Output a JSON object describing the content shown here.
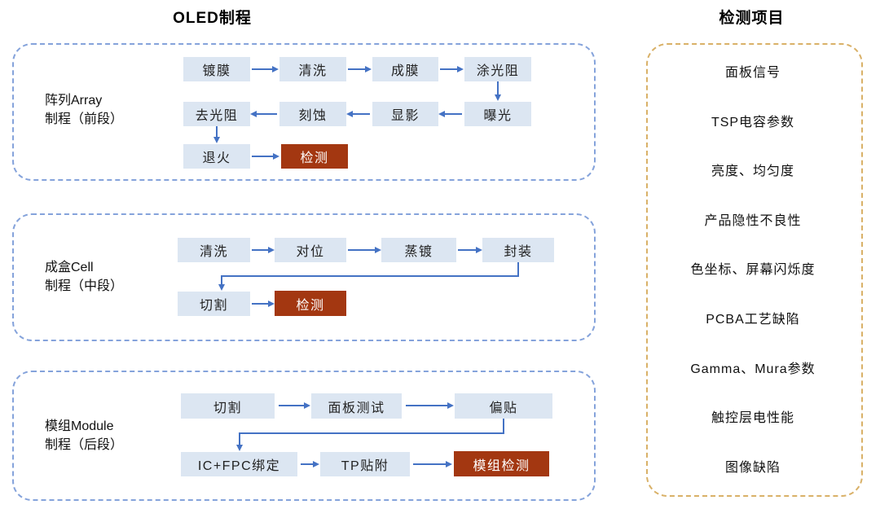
{
  "process_title": "OLED制程",
  "inspection_title": "检测项目",
  "sections": [
    {
      "label": [
        "阵列Array",
        "制程（前段）"
      ],
      "row1": [
        "镀膜",
        "清洗",
        "成膜",
        "涂光阻"
      ],
      "row2": [
        "去光阻",
        "刻蚀",
        "显影",
        "曝光"
      ],
      "row3": [
        "退火",
        "检测"
      ]
    },
    {
      "label": [
        "成盒Cell",
        "制程（中段）"
      ],
      "row1": [
        "清洗",
        "对位",
        "蒸镀",
        "封装"
      ],
      "row2": [
        "切割",
        "检测"
      ]
    },
    {
      "label": [
        "模组Module",
        "制程（后段）"
      ],
      "row1": [
        "切割",
        "面板测试",
        "偏贴"
      ],
      "row2": [
        "IC+FPC绑定",
        "TP贴附",
        "模组检测"
      ]
    }
  ],
  "inspection_items": [
    "面板信号",
    "TSP电容参数",
    "亮度、均匀度",
    "产品隐性不良性",
    "色坐标、屏幕闪烁度",
    "PCBA工艺缺陷",
    "Gamma、Mura参数",
    "触控层电性能",
    "图像缺陷"
  ],
  "colors": {
    "node_bg": "#DCE6F2",
    "highlight_red": "#A33711",
    "arrow_blue": "#4472C4",
    "process_border_blue": "#85A3DB",
    "inspection_border_tan": "#D9B168"
  }
}
